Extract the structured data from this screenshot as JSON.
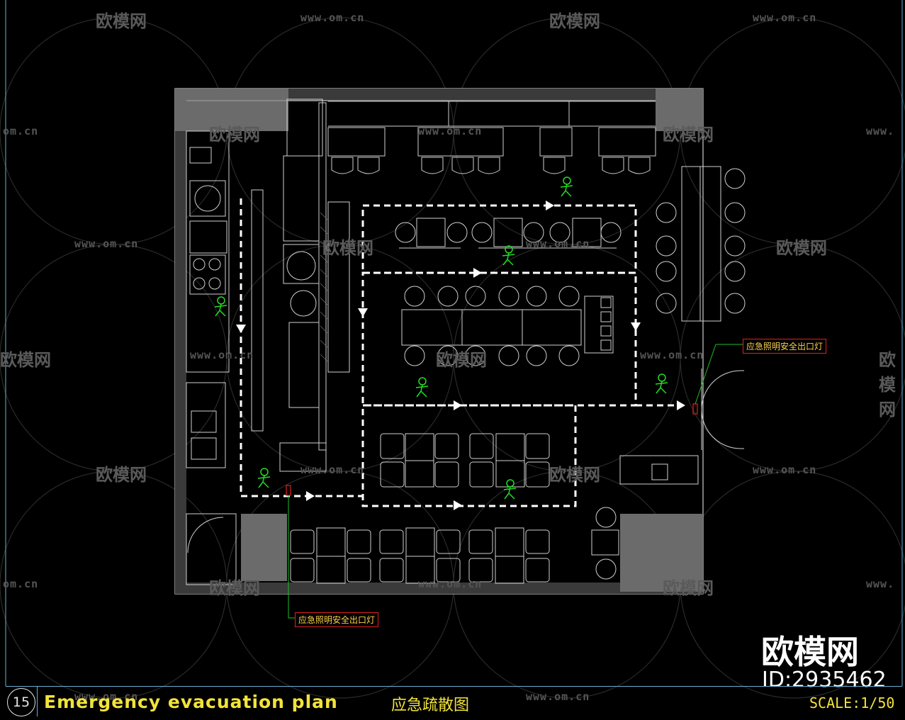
{
  "drawing": {
    "title_en": "Emergency evacuation plan",
    "title_cn": "应急疏散图",
    "sheet_number": "15",
    "scale": "SCALE:1/50"
  },
  "labels": {
    "exit_light_right": "应急照明安全出口灯",
    "exit_light_bottom": "应急照明安全出口灯"
  },
  "watermark": {
    "site": "www.om.cn",
    "site_short": "om.cn",
    "site_left": "www.",
    "brand": "欧模网",
    "brand_big": "欧模网",
    "id": "ID:2935462"
  },
  "colors": {
    "background": "#000000",
    "wall_fill": "#6b6b6b",
    "linework": "#d9d9d9",
    "evac_route": "#ffffff",
    "person": "#22dd22",
    "title_text": "#f2e33a",
    "exit_box": "#e02020"
  }
}
